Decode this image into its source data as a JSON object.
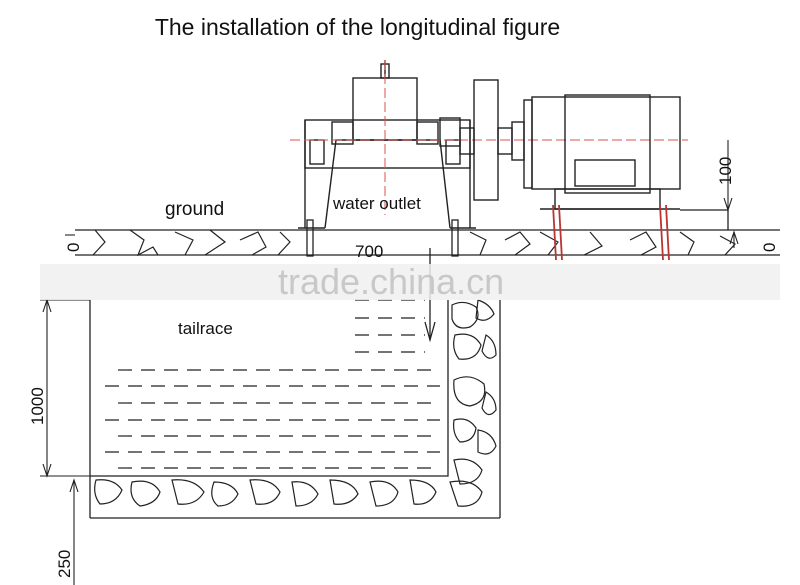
{
  "title": "The installation of the longitudinal figure",
  "labels": {
    "ground": "ground",
    "water_outlet": "water outlet",
    "tailrace": "tailrace"
  },
  "dimensions": {
    "top_width": "700",
    "motor_height": "100",
    "left_level": "0",
    "right_level": "0",
    "tailrace_depth": "1000",
    "base_thickness": "250"
  },
  "watermark": "trade.china.cn"
}
